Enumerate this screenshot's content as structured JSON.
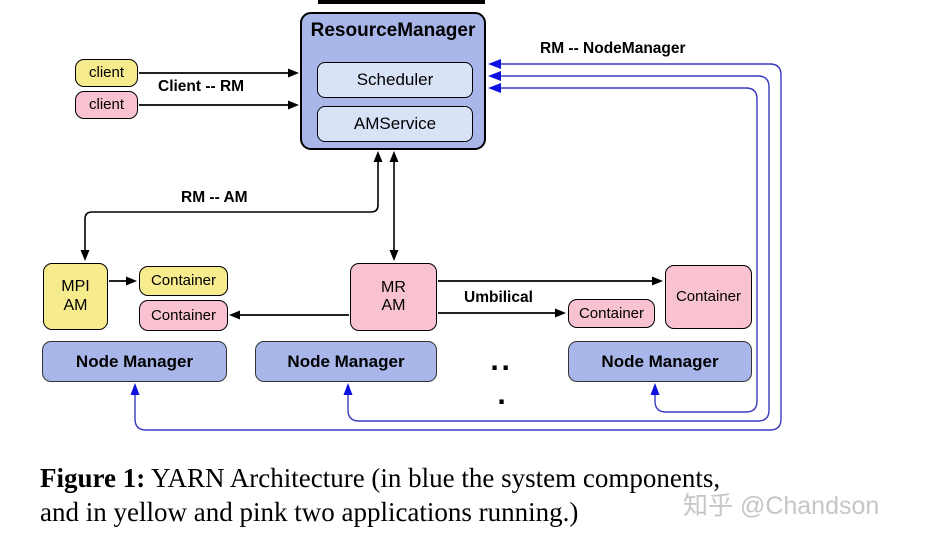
{
  "diagram": {
    "resource_manager": {
      "title": "ResourceManager",
      "scheduler": "Scheduler",
      "amservice": "AMService"
    },
    "clients": [
      {
        "label": "client",
        "color": "yellow"
      },
      {
        "label": "client",
        "color": "pink"
      }
    ],
    "edge_labels": {
      "client_rm": "Client -- RM",
      "rm_nodemanager": "RM -- NodeManager",
      "rm_am": "RM -- AM",
      "umbilical": "Umbilical"
    },
    "mpi_am": {
      "line1": "MPI",
      "line2": "AM"
    },
    "mr_am": {
      "line1": "MR",
      "line2": "AM"
    },
    "containers": {
      "yellow_left": "Container",
      "pink_left": "Container",
      "small_right": "Container",
      "big_right": "Container"
    },
    "node_managers": [
      {
        "label": "Node Manager"
      },
      {
        "label": "Node Manager"
      },
      {
        "label": "Node Manager"
      }
    ],
    "ellipsis": {
      "dots_top": "..",
      "dot_bottom": "."
    }
  },
  "caption": {
    "prefix": "Figure 1:",
    "line1_rest": " YARN Architecture (in blue the system components,",
    "line2": "and in yellow and pink two applications running.)"
  },
  "watermark": "知乎 @Chandson",
  "colors": {
    "system_blue": "#a9b6ea",
    "inner_light_blue": "#d8e3f8",
    "app_yellow": "#f6eb8d",
    "app_pink": "#f8c2d0",
    "wire_blue": "#3838bf",
    "arrowhead_blue": "#0f0fe0",
    "wire_black": "#000000",
    "watermark_gray": "#c6c6c6"
  }
}
